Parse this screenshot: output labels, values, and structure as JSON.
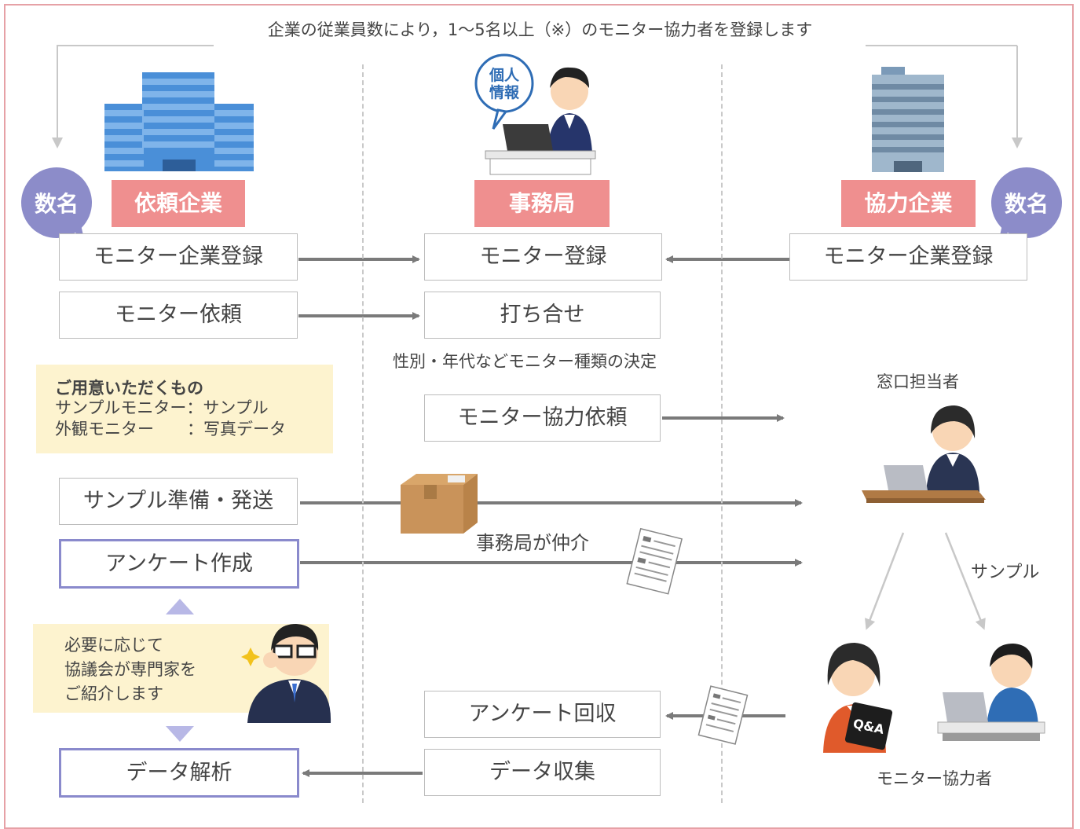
{
  "top_note": "企業の従業員数により，1～5名以上（※）のモニター協力者を登録します",
  "roles": {
    "left": "依頼企業",
    "center": "事務局",
    "right": "協力企業"
  },
  "bubbles": {
    "left": "数名",
    "right": "数名"
  },
  "privacy_sign": {
    "line1": "個人",
    "line2": "情報"
  },
  "left_boxes": {
    "register": "モニター企業登録",
    "request": "モニター依頼",
    "sample": "サンプル準備・発送",
    "survey": "アンケート作成",
    "analysis": "データ解析"
  },
  "center_boxes": {
    "register": "モニター登録",
    "meeting": "打ち合せ",
    "coop_request": "モニター協力依頼",
    "collect_survey": "アンケート回収",
    "collect_data": "データ収集"
  },
  "right_boxes": {
    "register": "モニター企業登録"
  },
  "notes": {
    "decision": "性別・年代などモニター種類の決定",
    "mediation": "事務局が仲介",
    "contact": "窓口担当者",
    "sample_label": "サンプル",
    "monitors": "モニター協力者"
  },
  "prepare_box": {
    "title": "ご用意いただくもの",
    "line1": "サンプルモニター：サンプル",
    "line2": "外観モニター　　：写真データ"
  },
  "expert_box": {
    "line1": "必要に応じて",
    "line2": "協議会が専門家を",
    "line3": "ご紹介します"
  },
  "qa_label": "Q&A",
  "colors": {
    "role_bg": "#ef8f8f",
    "bubble": "#8c8cc9",
    "highlight_border": "#8a8acc",
    "note_bg": "#fdf3cf",
    "arrow": "#7a7a7a"
  }
}
